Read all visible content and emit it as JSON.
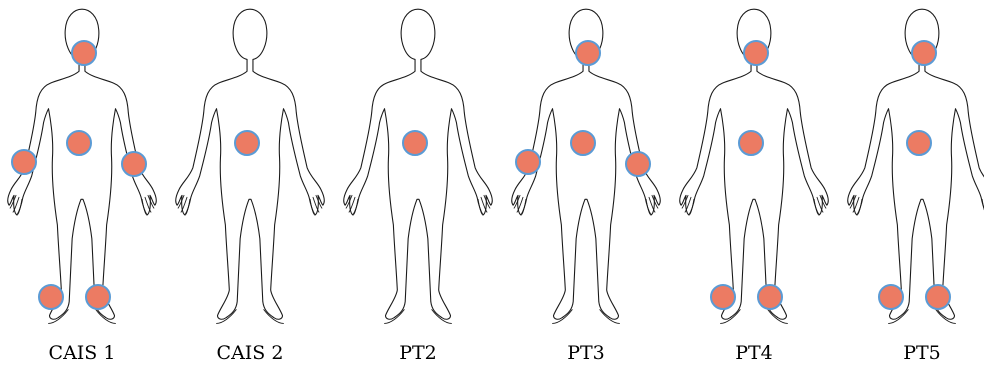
{
  "figures": [
    {
      "label": "CAIS 1",
      "markers": [
        "neck",
        "abdomen",
        "left-hand",
        "right-hand",
        "left-foot",
        "right-foot"
      ]
    },
    {
      "label": "CAIS 2",
      "markers": [
        "abdomen"
      ]
    },
    {
      "label": "PT2",
      "markers": [
        "abdomen"
      ]
    },
    {
      "label": "PT3",
      "markers": [
        "neck",
        "abdomen",
        "left-hand",
        "right-hand"
      ]
    },
    {
      "label": "PT4",
      "markers": [
        "neck",
        "abdomen",
        "left-foot",
        "right-foot"
      ]
    },
    {
      "label": "PT5",
      "markers": [
        "neck",
        "abdomen",
        "left-foot",
        "right-foot"
      ]
    }
  ],
  "colors": {
    "marker_fill": "#ec7b63",
    "marker_stroke": "#5b9bd5",
    "outline": "#1a1a1a"
  }
}
